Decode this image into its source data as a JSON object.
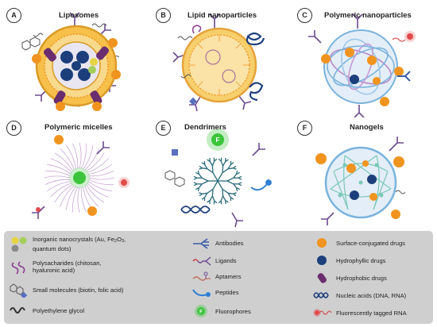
{
  "panels": [
    {
      "letter": "A",
      "title": "Liposomes"
    },
    {
      "letter": "B",
      "title": "Lipid nanoparticles"
    },
    {
      "letter": "C",
      "title": "Polymeric nanoparticles"
    },
    {
      "letter": "D",
      "title": "Polymeric micelles"
    },
    {
      "letter": "E",
      "title": "Dendrimers"
    },
    {
      "letter": "F",
      "title": "Nanogels"
    }
  ],
  "legend": [
    {
      "label_a": "Inorganic nanocrystals (Au, Fe",
      "label_sub": "2",
      "label_b": "O",
      "label_sub2": "3",
      "label_c": ",",
      "label_d": "quantum dots)",
      "icon": "nanocrystal-icon"
    },
    {
      "label_a": "Polysacharides (chitosan,",
      "label_d": "hyaluronic acid)",
      "icon": "polysaccharide-icon"
    },
    {
      "label_a": "Small molecules (biotin, folic acid)",
      "icon": "small-molecule-icon"
    },
    {
      "label_a": "Polyethylene glycol",
      "icon": "peg-icon"
    },
    {
      "label_a": "Antibodies",
      "icon": "antibody-icon"
    },
    {
      "label_a": "Ligands",
      "icon": "ligand-icon"
    },
    {
      "label_a": "Aptamers",
      "icon": "aptamer-icon"
    },
    {
      "label_a": "Peptides",
      "icon": "peptide-icon"
    },
    {
      "label_a": "Fluorophores",
      "icon": "fluorophore-icon"
    },
    {
      "label_a": "Surface-conjugated drugs",
      "icon": "surface-drug-icon"
    },
    {
      "label_a": "Hydrophyllic drugs",
      "icon": "hydrophilic-drug-icon"
    },
    {
      "label_a": "Hydrophobic drugs",
      "icon": "hydrophobic-drug-icon"
    },
    {
      "label_a": "Nucleic acids (DNA, RNA)",
      "icon": "nucleic-acid-icon"
    },
    {
      "label_a": "Fluorescently tagged RNA",
      "icon": "tagged-rna-icon"
    }
  ],
  "fluorophore_mark": "F",
  "colors": {
    "drug_orange": "#f0941f",
    "hydrophilic_navy": "#1c3f7c",
    "hydrophobic_purple": "#6a2d6e",
    "ligand_purple": "#6b4b8e",
    "lipid_yellow": "#f6c04a",
    "polymer_blue": "#7ab3dc",
    "fluoro_green": "#3cc43c",
    "legend_bg": "#cfcfcf"
  }
}
